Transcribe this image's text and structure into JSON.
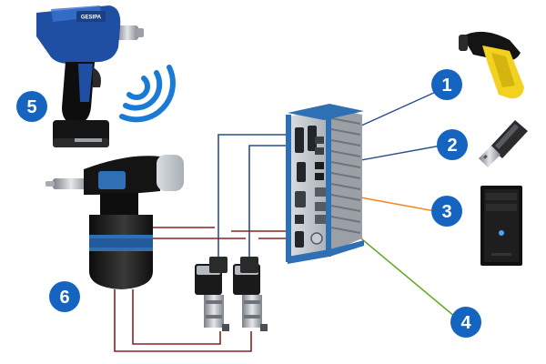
{
  "diagram": {
    "markers": [
      {
        "id": "1",
        "label": "1"
      },
      {
        "id": "2",
        "label": "2"
      },
      {
        "id": "3",
        "label": "3"
      },
      {
        "id": "4",
        "label": "4"
      },
      {
        "id": "5",
        "label": "5"
      },
      {
        "id": "6",
        "label": "6"
      }
    ],
    "tool_logo_text": "GESIPA",
    "colors": {
      "marker_fill": "#1565c0",
      "controller_blue": "#2f6fb3",
      "wire_blue": "#2b4f8c",
      "wire_red": "#8b2020",
      "wire_orange": "#f08a24",
      "wire_green": "#6aaa2c",
      "wireless_arc": "#1a7bd6",
      "tool_blue": "#1f4fa3",
      "scanner_yellow": "#f2d21f"
    },
    "icons": [
      "cordless-rivet-tool-icon",
      "wireless-signal-icon",
      "pneumatic-rivet-tool-icon",
      "solenoid-valve-icon",
      "industrial-controller-icon",
      "barcode-scanner-icon",
      "usb-stick-icon",
      "pc-tower-icon"
    ]
  }
}
